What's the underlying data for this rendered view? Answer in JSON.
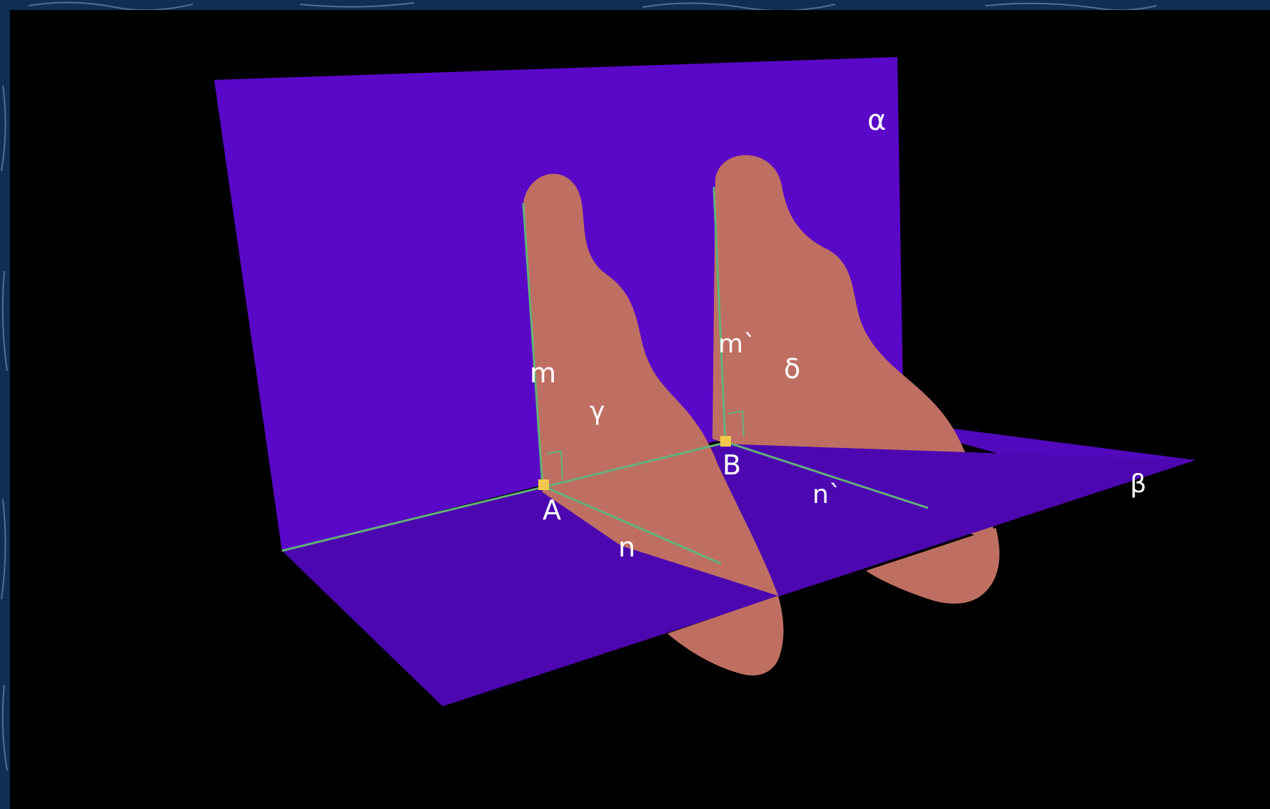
{
  "colors": {
    "background": "#000000",
    "border": "#0e2f52",
    "plane": "#5a08c8",
    "plane_back": "#5c0fd6",
    "plane_floor": "#4d07b0",
    "half_plane": "#bf6f62",
    "edge_line": "#63b17a",
    "point_marker": "#f2c94c",
    "label": "#ffffff"
  },
  "labels": {
    "plane_alpha": "α",
    "plane_beta": "β",
    "plane_gamma": "γ",
    "plane_delta": "δ",
    "line_m": "m",
    "line_m_prime": "m`",
    "line_n": "n",
    "line_n_prime": "n`",
    "point_a": "A",
    "point_b": "B"
  }
}
